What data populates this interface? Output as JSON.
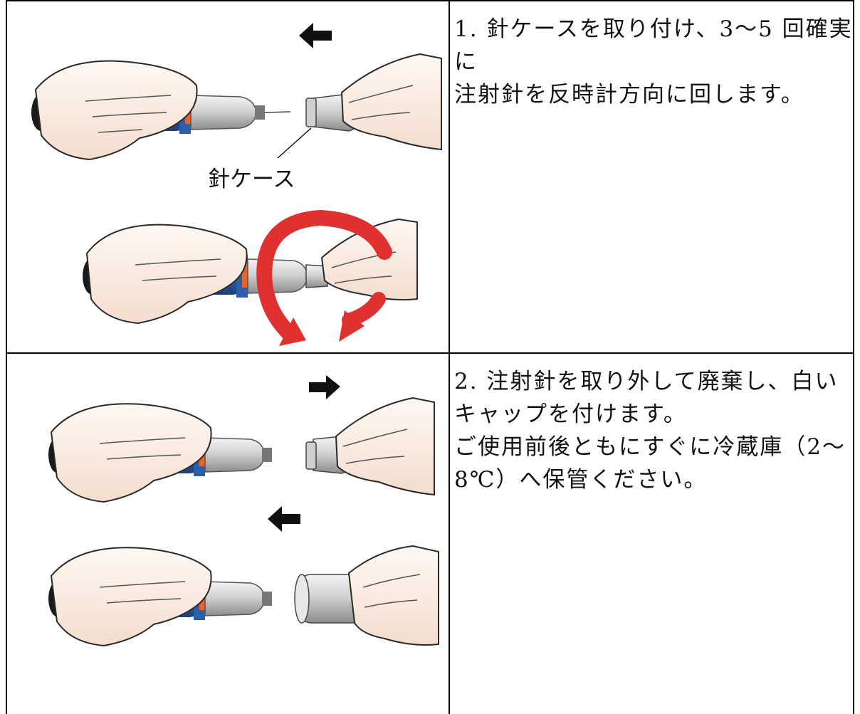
{
  "steps": [
    {
      "lines": [
        "1. 針ケースを取り付け、3〜5 回確実に",
        "注射針を反時計方向に回します。"
      ],
      "label": "針ケース"
    },
    {
      "lines": [
        "2. 注射針を取り外して廃棄し、白い",
        "キャップを付けます。",
        "ご使用前後ともにすぐに冷蔵庫（2〜",
        "8℃）へ保管ください。"
      ]
    }
  ],
  "colors": {
    "pen_blue": "#2c5fa8",
    "pen_dark": "#1d3f78",
    "orange": "#e8642a",
    "arrow_red": "#e03030",
    "skin": "#fbefe6"
  },
  "icons": [
    "arrow-left-icon",
    "arrow-right-icon",
    "rotate-counterclockwise-icon"
  ]
}
